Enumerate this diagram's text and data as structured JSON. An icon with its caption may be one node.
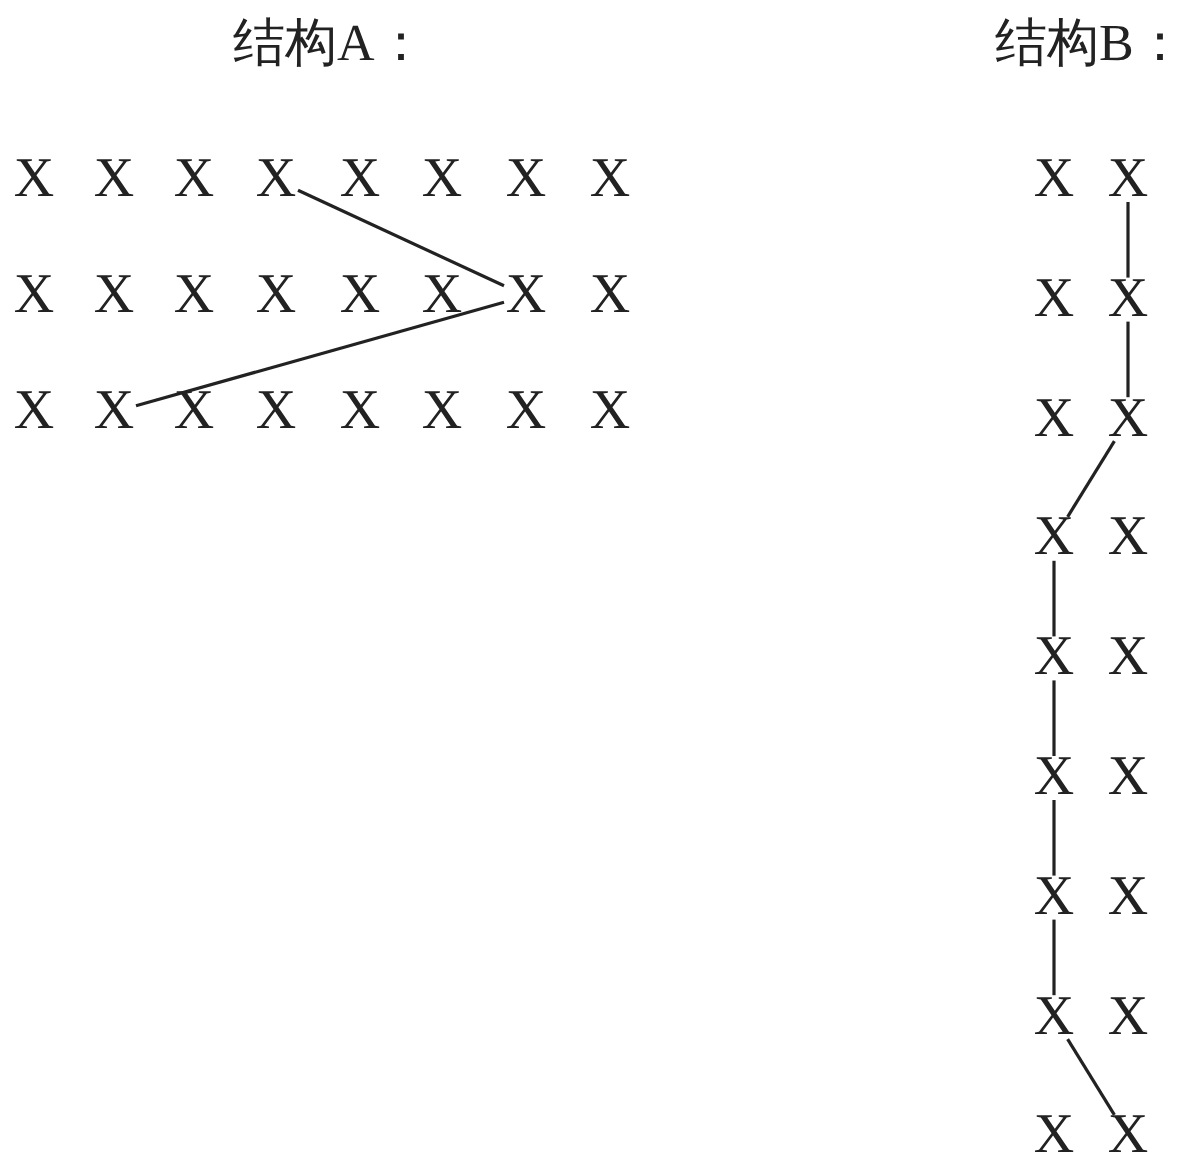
{
  "diagram": {
    "labels": [
      "结构A：",
      "结构B："
    ],
    "nodes": [
      {
        "text": [
          "X"
        ]
      },
      {
        "text": [
          "X"
        ]
      },
      {
        "text": [
          "X"
        ]
      },
      {
        "text": [
          "X"
        ]
      },
      {
        "text": [
          "X"
        ]
      },
      {
        "text": [
          "X"
        ]
      },
      {
        "text": [
          "X"
        ]
      },
      {
        "text": [
          "X"
        ]
      },
      {
        "text": [
          "X"
        ]
      },
      {
        "text": [
          "X"
        ]
      },
      {
        "text": [
          "X"
        ]
      },
      {
        "text": [
          "X"
        ]
      },
      {
        "text": [
          "X"
        ]
      },
      {
        "text": [
          "X"
        ]
      },
      {
        "text": [
          "X"
        ]
      },
      {
        "text": [
          "X"
        ]
      },
      {
        "text": [
          "X"
        ]
      },
      {
        "text": [
          "X"
        ]
      },
      {
        "text": [
          "X"
        ]
      },
      {
        "text": [
          "X"
        ]
      },
      {
        "text": [
          "X"
        ]
      },
      {
        "text": [
          "X"
        ]
      },
      {
        "text": [
          "X"
        ]
      },
      {
        "text": [
          "X"
        ]
      },
      {
        "text": [
          "X"
        ]
      },
      {
        "text": [
          "X"
        ]
      },
      {
        "text": [
          "X"
        ]
      },
      {
        "text": [
          "X"
        ]
      },
      {
        "text": [
          "X"
        ]
      },
      {
        "text": [
          "X"
        ]
      },
      {
        "text": [
          "X"
        ]
      },
      {
        "text": [
          "X"
        ]
      },
      {
        "text": [
          "X"
        ]
      },
      {
        "text": [
          "X"
        ]
      },
      {
        "text": [
          "X"
        ]
      },
      {
        "text": [
          "X"
        ]
      },
      {
        "text": [
          "X"
        ]
      },
      {
        "text": [
          "X"
        ]
      },
      {
        "text": [
          "X"
        ]
      },
      {
        "text": [
          "X"
        ]
      },
      {
        "text": [
          "X"
        ]
      },
      {
        "text": [
          "X"
        ]
      }
    ],
    "edges": [
      {
        "from": 3,
        "to": 14,
        "arrow": "none"
      },
      {
        "from": 14,
        "to": 17,
        "arrow": "none"
      },
      {
        "from": 25,
        "to": 27,
        "arrow": "none"
      },
      {
        "from": 27,
        "to": 29,
        "arrow": "none"
      },
      {
        "from": 29,
        "to": 30,
        "arrow": "none"
      },
      {
        "from": 30,
        "to": 32,
        "arrow": "none"
      },
      {
        "from": 32,
        "to": 34,
        "arrow": "none"
      },
      {
        "from": 34,
        "to": 36,
        "arrow": "none"
      },
      {
        "from": 36,
        "to": 38,
        "arrow": "none"
      },
      {
        "from": 38,
        "to": 41,
        "arrow": "none"
      }
    ]
  }
}
